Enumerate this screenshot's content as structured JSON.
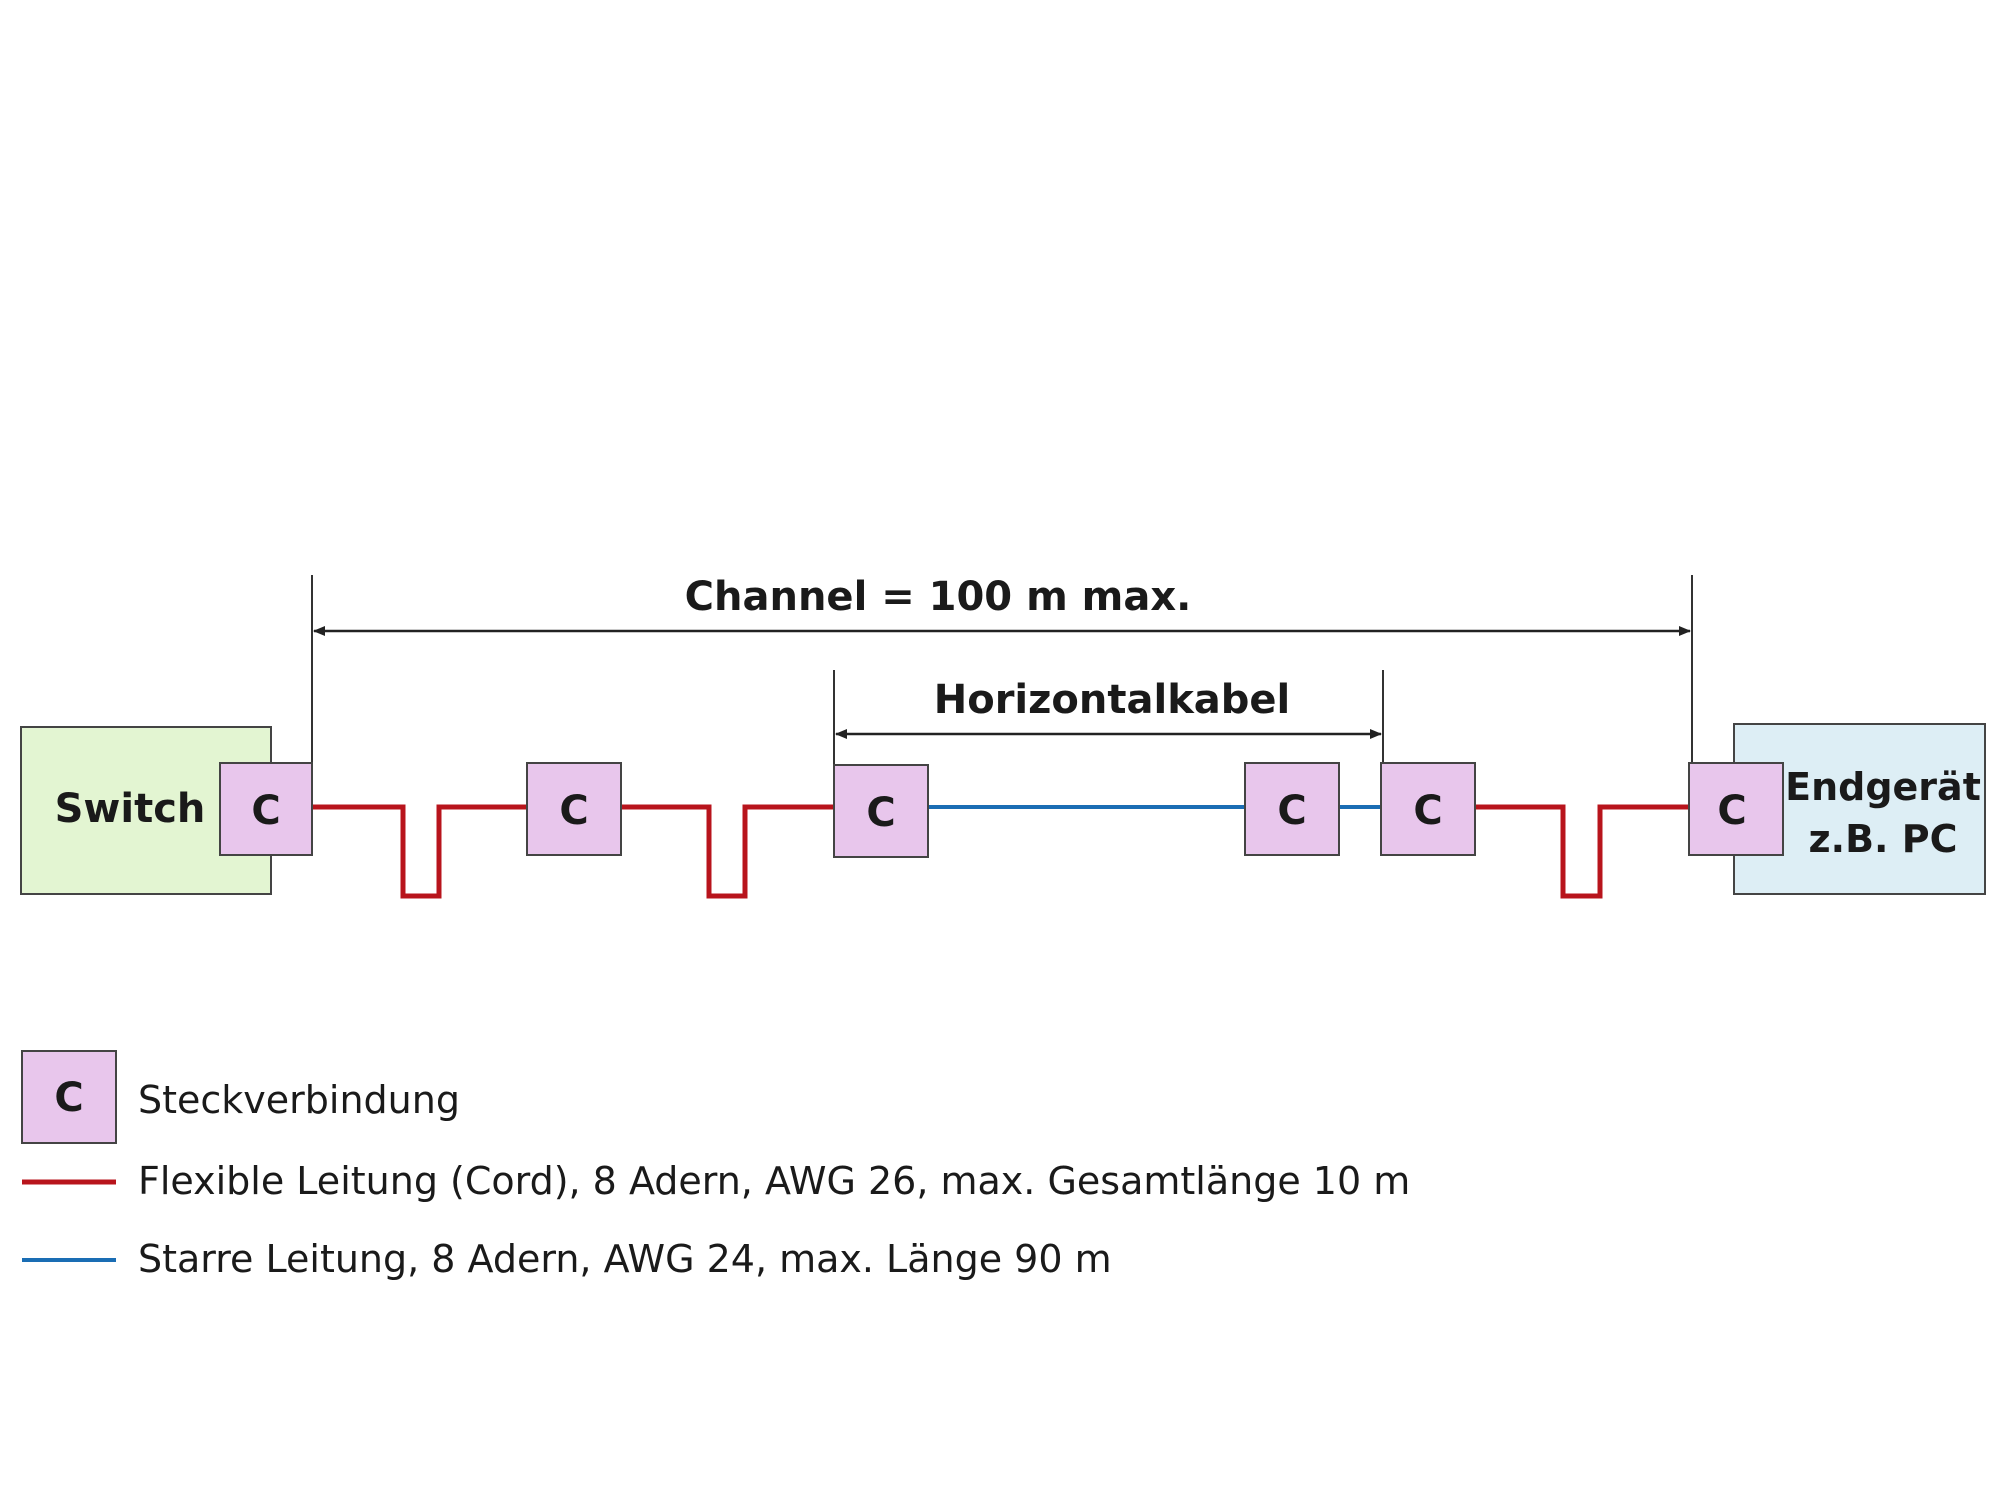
{
  "diagram": {
    "channel_label": "Channel = 100 m max.",
    "horizontal_label": "Horizontalkabel",
    "switch_label": "Switch",
    "device_label_line1": "Endgerät",
    "device_label_line2": "z.B. PC",
    "connector_letter": "C"
  },
  "legend": {
    "connector_letter": "C",
    "connector_text": "Steckverbindung",
    "flexible_text": "Flexible Leitung (Cord), 8 Adern, AWG 26, max. Gesamtlänge 10 m",
    "rigid_text": "Starre Leitung, 8 Adern, AWG 24, max. Länge 90 m"
  },
  "colors": {
    "flexible_cable": "#b8141c",
    "rigid_cable": "#1a6db4",
    "connector_fill": "#e8c6ec",
    "switch_fill": "#e3f5d2",
    "device_fill": "#ddeef5",
    "outline": "#444444"
  }
}
